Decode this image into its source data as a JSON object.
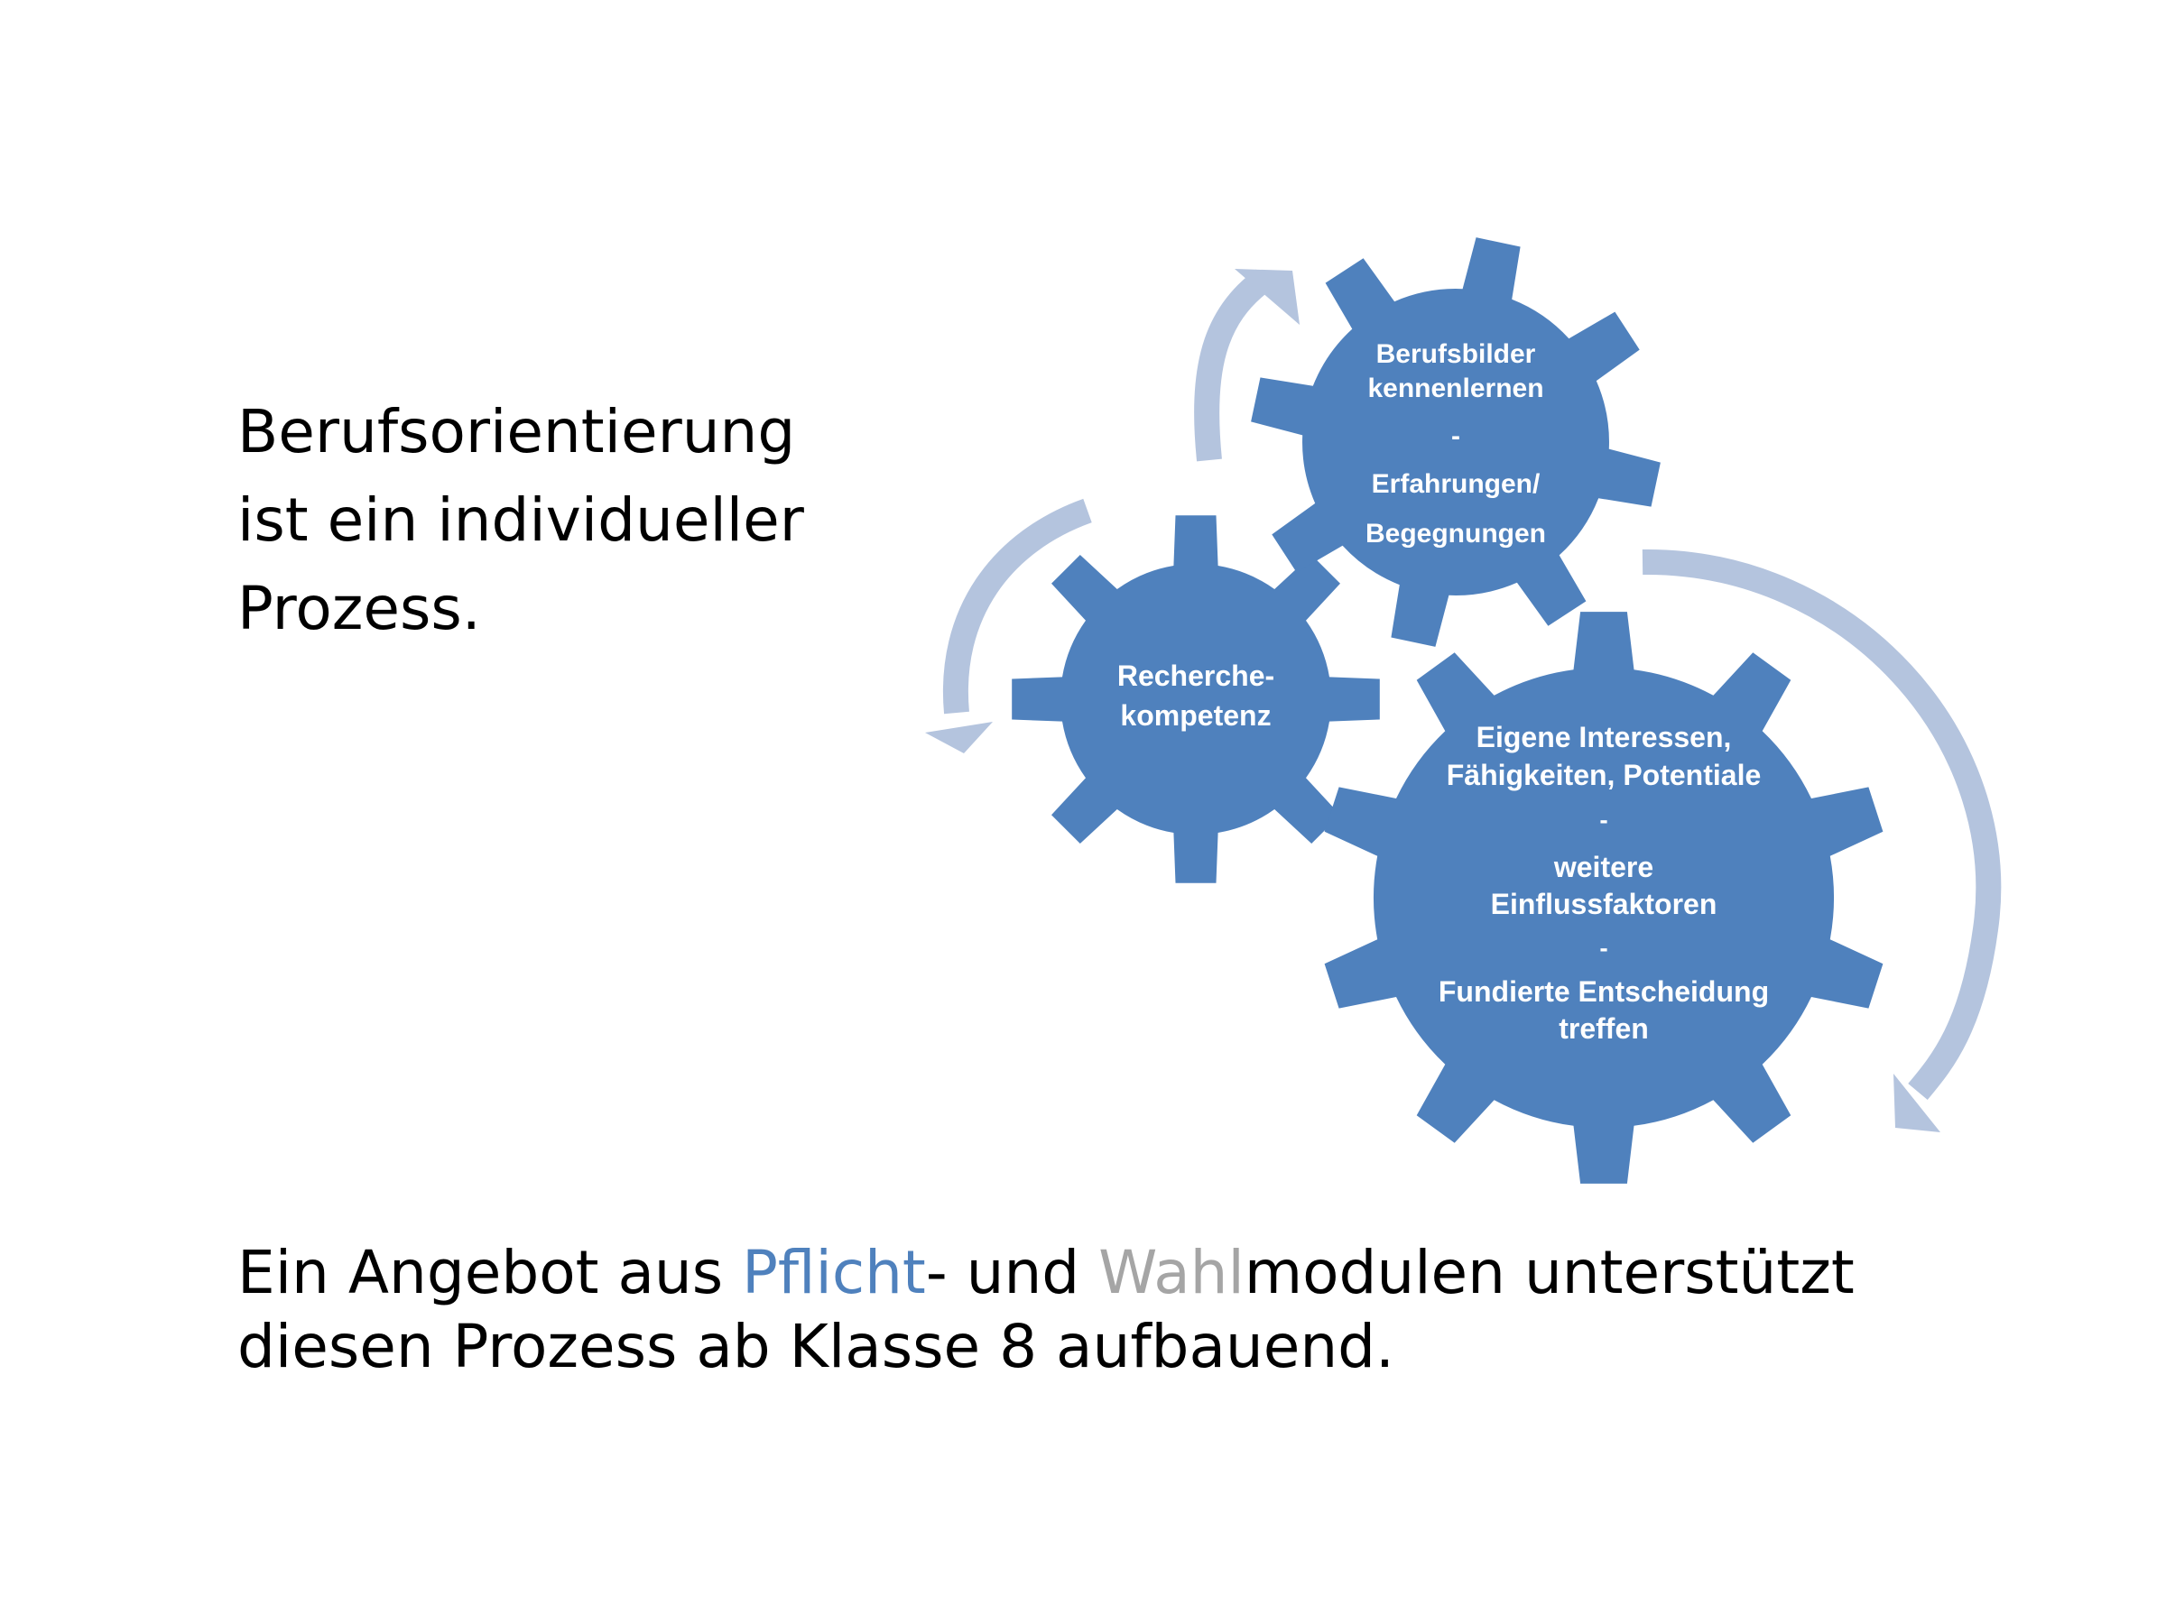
{
  "intro": {
    "lines": [
      "Berufsorientierung",
      "ist ein individueller",
      "Prozess."
    ]
  },
  "gears": {
    "top": {
      "lines": [
        "Berufsbilder",
        "kennenlernen",
        "-",
        "Erfahrungen/",
        "Begegnungen"
      ]
    },
    "left": {
      "lines": [
        "Recherche-",
        "kompetenz"
      ]
    },
    "right": {
      "lines": [
        "Eigene Interessen,",
        "Fähigkeiten, Potentiale",
        "-",
        "weitere",
        "Einflussfaktoren",
        "-",
        "Fundierte Entscheidung",
        "treffen"
      ]
    }
  },
  "footer": {
    "part1": "Ein Angebot aus ",
    "pflicht": "Pflicht",
    "part2": "- und ",
    "wahl": "Wahl",
    "part3": "modulen unterstützt",
    "line2": "diesen Prozess ab Klasse 8 aufbauend."
  },
  "colors": {
    "gear": "#4f81bd",
    "arrow": "#b4c4de",
    "pflicht": "#4f81bd",
    "wahl": "#a5a5a5",
    "text": "#000000"
  }
}
